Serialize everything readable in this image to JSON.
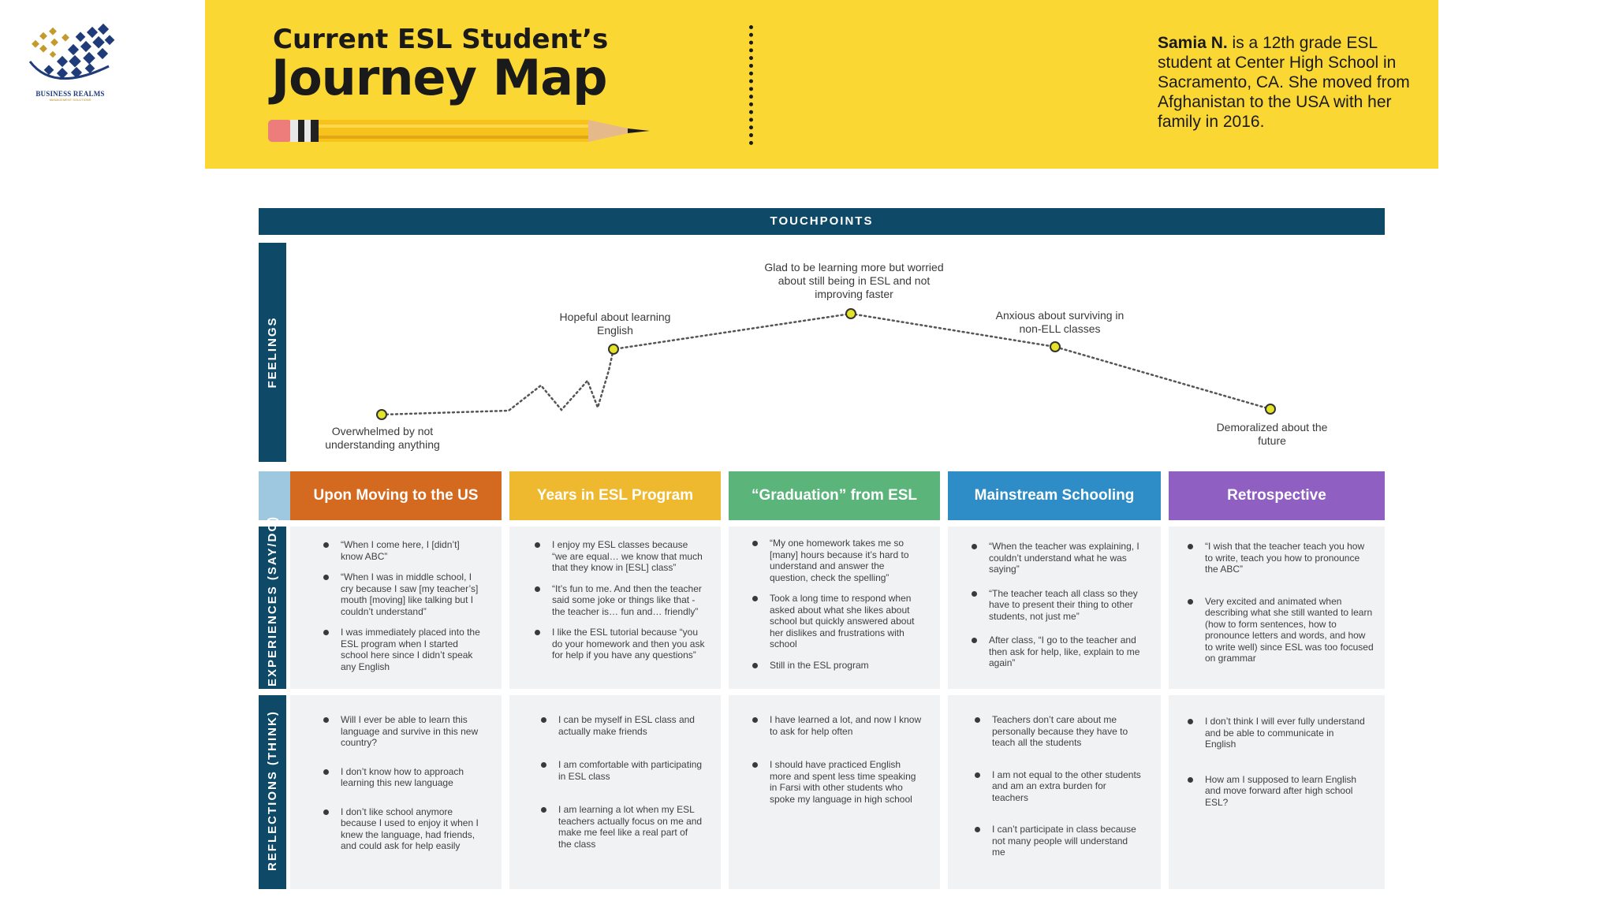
{
  "logo": {
    "name": "BUSINESS REALMS",
    "tagline": "MANAGEMENT SOLUTIONS"
  },
  "header": {
    "title_line1": "Current ESL Student’s",
    "title_line2": "Journey Map",
    "intro_name": "Samia N.",
    "intro_text": " is a 12th grade ESL student at Center High School in Sacramento, CA. She moved from Afghanistan to the USA with her family in 2016."
  },
  "touchpoints_label": "TOUCHPOINTS",
  "row_labels": {
    "feelings": "FEELINGS",
    "experiences": "EXPERIENCES (SAY/DO)",
    "reflections": "REFLECTIONS (THINK)"
  },
  "feelings": [
    {
      "label": "Overwhelmed by not understanding anything"
    },
    {
      "label": "Hopeful about learning English"
    },
    {
      "label": "Glad to be learning more but worried about still being in ESL and not improving faster"
    },
    {
      "label": "Anxious about surviving in non-ELL classes"
    },
    {
      "label": "Demoralized about the future"
    }
  ],
  "colors": {
    "header_bg": "#fad733",
    "navy": "#0e4a68",
    "stage_colors": [
      "#d46a1f",
      "#efb92f",
      "#5bb57a",
      "#2e8dc6",
      "#8f5fc2"
    ],
    "dot": "#e3e32a"
  },
  "stages": [
    {
      "title": "Upon Moving to the US",
      "experiences": [
        "“When I come here, I [didn’t] know ABC”",
        "“When I was in middle school, I cry because I saw [my teacher’s] mouth [moving] like talking but I couldn’t understand”",
        "I was immediately placed into the ESL program when I started school here since I didn’t speak any English"
      ],
      "reflections": [
        "Will I ever be able to learn this language and survive in this new country?",
        "I don’t know how to approach learning this new language",
        "I don’t like school anymore because I used to enjoy it when I knew the language, had friends, and could ask for help easily"
      ]
    },
    {
      "title": "Years in ESL Program",
      "experiences": [
        "I enjoy my ESL classes because “we are equal… we know that much that they know in [ESL] class”",
        "“It’s fun to me. And then the teacher said some joke or things like that - the teacher is… fun and… friendly”",
        "I like the ESL tutorial because “you do your homework and then you ask for help if you have any questions”"
      ],
      "reflections": [
        "I can be myself in ESL class and actually make friends",
        "I am comfortable with participating in ESL class",
        "I am learning a lot when my ESL teachers actually focus on me and make me feel like a real part of the class"
      ]
    },
    {
      "title": "“Graduation” from ESL",
      "experiences": [
        "“My one homework takes me so [many] hours because it’s hard to understand and answer the question, check the spelling”",
        "Took a long time to respond when asked about what she likes about school but quickly answered about her dislikes and frustrations with school",
        "Still in the ESL program"
      ],
      "reflections": [
        "I have learned a lot, and now I know to ask for help often",
        "I should have practiced English more and spent less time speaking in Farsi with other students who spoke my language in high school"
      ]
    },
    {
      "title": "Mainstream Schooling",
      "experiences": [
        "“When the teacher was explaining, I couldn’t understand what he was saying”",
        "“The teacher teach all class so they have to present their thing to other students, not just me”",
        "After class, “I go to the teacher and then ask for help, like, explain to me again”"
      ],
      "reflections": [
        "Teachers don’t care about me personally because they have to teach all the students",
        "I am not equal to the other students and am an extra burden for teachers",
        "I can’t participate in class because not many people will understand me"
      ]
    },
    {
      "title": "Retrospective",
      "experiences": [
        "“I wish that the teacher teach you how to write, teach you how to pronounce the ABC”",
        "Very excited and animated when describing what she still wanted to learn (how to form sentences, how to pronounce letters and words, and how to write well) since ESL was too focused on grammar"
      ],
      "reflections": [
        "I don’t think I will ever fully understand and be able to communicate in English",
        "How am I supposed to learn English and move forward after high school ESL?"
      ]
    }
  ]
}
